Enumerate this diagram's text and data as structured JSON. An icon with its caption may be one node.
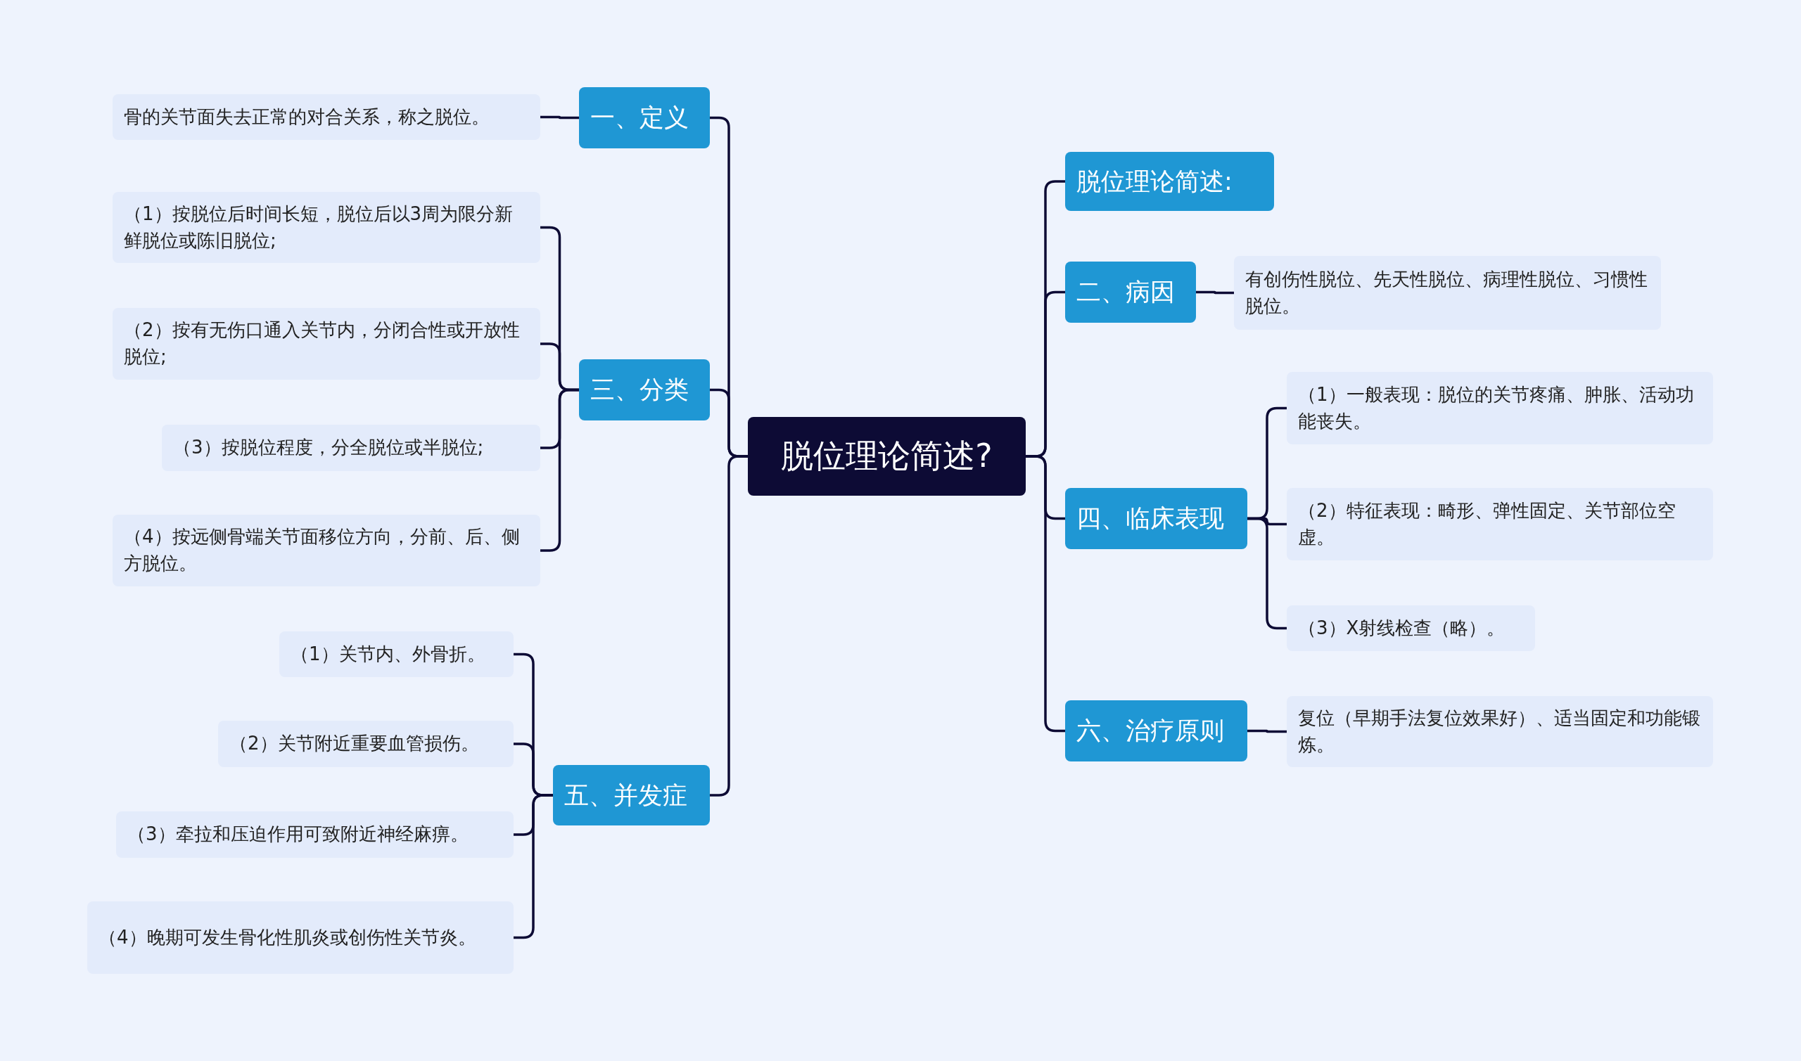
{
  "diagram": {
    "nodes": [
      {
        "text": [
          "脱位理论简述?"
        ]
      },
      {
        "text": [
          "一、定义"
        ]
      },
      {
        "text": [
          "骨的关节面失去正常的对合关系，称之脱位。"
        ]
      },
      {
        "text": [
          "三、分类"
        ]
      },
      {
        "text": [
          "（1）按脱位后时间长短，脱位后以3周为限分新鲜脱位或陈旧脱位;"
        ]
      },
      {
        "text": [
          "（2）按有无伤口通入关节内，分闭合性或开放性脱位;"
        ]
      },
      {
        "text": [
          "（3）按脱位程度，分全脱位或半脱位;"
        ]
      },
      {
        "text": [
          "（4）按远侧骨端关节面移位方向，分前、后、侧方脱位。"
        ]
      },
      {
        "text": [
          "五、并发症"
        ]
      },
      {
        "text": [
          "（1）关节内、外骨折。"
        ]
      },
      {
        "text": [
          "（2）关节附近重要血管损伤。"
        ]
      },
      {
        "text": [
          "（3）牵拉和压迫作用可致附近神经麻痹。"
        ]
      },
      {
        "text": [
          "（4）晚期可发生骨化性肌炎或创伤性关节炎。"
        ]
      },
      {
        "text": [
          "脱位理论简述:"
        ]
      },
      {
        "text": [
          "二、病因"
        ]
      },
      {
        "text": [
          "有创伤性脱位、先天性脱位、病理性脱位、习惯性脱位。"
        ]
      },
      {
        "text": [
          "四、临床表现"
        ]
      },
      {
        "text": [
          "（1）一般表现：脱位的关节疼痛、肿胀、活动功能丧失。"
        ]
      },
      {
        "text": [
          "（2）特征表现：畸形、弹性固定、关节部位空虚。"
        ]
      },
      {
        "text": [
          "（3）X射线检查（略）。"
        ]
      },
      {
        "text": [
          "六、治疗原则"
        ]
      },
      {
        "text": [
          "复位（早期手法复位效果好）、适当固定和功能锻炼。"
        ]
      }
    ],
    "edges": [
      {
        "from": 0,
        "to": 1,
        "arrow": "none"
      },
      {
        "from": 0,
        "to": 3,
        "arrow": "none"
      },
      {
        "from": 0,
        "to": 8,
        "arrow": "none"
      },
      {
        "from": 0,
        "to": 13,
        "arrow": "none"
      },
      {
        "from": 0,
        "to": 14,
        "arrow": "none"
      },
      {
        "from": 0,
        "to": 16,
        "arrow": "none"
      },
      {
        "from": 0,
        "to": 20,
        "arrow": "none"
      },
      {
        "from": 1,
        "to": 2,
        "arrow": "none"
      },
      {
        "from": 3,
        "to": 4,
        "arrow": "none"
      },
      {
        "from": 3,
        "to": 5,
        "arrow": "none"
      },
      {
        "from": 3,
        "to": 6,
        "arrow": "none"
      },
      {
        "from": 3,
        "to": 7,
        "arrow": "none"
      },
      {
        "from": 8,
        "to": 9,
        "arrow": "none"
      },
      {
        "from": 8,
        "to": 10,
        "arrow": "none"
      },
      {
        "from": 8,
        "to": 11,
        "arrow": "none"
      },
      {
        "from": 8,
        "to": 12,
        "arrow": "none"
      },
      {
        "from": 14,
        "to": 15,
        "arrow": "none"
      },
      {
        "from": 16,
        "to": 17,
        "arrow": "none"
      },
      {
        "from": 16,
        "to": 18,
        "arrow": "none"
      },
      {
        "from": 16,
        "to": 19,
        "arrow": "none"
      },
      {
        "from": 20,
        "to": 21,
        "arrow": "none"
      }
    ]
  }
}
